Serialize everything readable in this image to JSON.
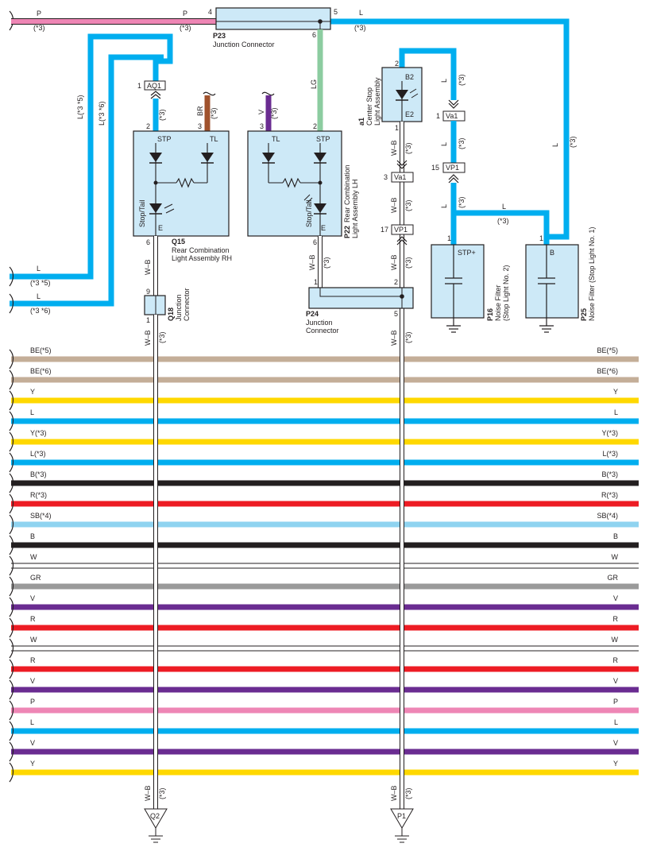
{
  "colors": {
    "P": "#ee86b5",
    "L": "#00aeef",
    "LG": "#8ccca0",
    "BR": "#a0522d",
    "V": "#6a2c91",
    "BE": "#c4ae98",
    "Y": "#ffd800",
    "B": "#231f20",
    "R": "#ed1c24",
    "SB": "#8fd3f0",
    "W": "#ffffff",
    "GR": "#9a9a9a",
    "WB": "#ffffff",
    "box_fill": "#cde9f7"
  },
  "top": {
    "p_wire_label_1": "P",
    "p_wire_note_1": "(*3)",
    "p_wire_label_2": "P",
    "p_wire_note_2": "(*3)",
    "l_wire_label": "L",
    "l_wire_note": "(*3)"
  },
  "p23": {
    "code": "P23",
    "name": "Junction Connector",
    "pin_in": "4",
    "pin_out": "5",
    "pin_down": "6"
  },
  "p22": {
    "code": "P22",
    "name_line1": "Rear Combination",
    "name_line2": "Light Assembly LH",
    "tl": "TL",
    "stp": "STP",
    "stop_tail": "Stop/Tail",
    "e": "E",
    "pin_tl": "3",
    "pin_stp": "2",
    "pin_e": "6",
    "wire_v": "V",
    "wire_v_note": "(*3)",
    "wire_lg": "LG"
  },
  "q15": {
    "code": "Q15",
    "name_line1": "Rear Combination",
    "name_line2": "Light Assembly RH",
    "stp": "STP",
    "tl": "TL",
    "stop_tail": "Stop/Tail",
    "e": "E",
    "pin_stp": "2",
    "pin_tl": "3",
    "pin_e": "6",
    "wire_br": "BR",
    "wire_br_note": "(*3)",
    "wire_l_note": "(*3)"
  },
  "aq1": {
    "label": "AQ1",
    "pin": "1"
  },
  "left_wires": {
    "l35": "L(*3 *5)",
    "l36": "L(*3 *6)",
    "bottom1_label": "L",
    "bottom1_note": "(*3 *5)",
    "bottom2_label": "L",
    "bottom2_note": "(*3 *6)"
  },
  "q18": {
    "code": "Q18",
    "name_line1": "Junction",
    "name_line2": "Connector",
    "pin_top": "9",
    "pin_bottom": "1"
  },
  "p24": {
    "code": "P24",
    "name_line1": "Junction",
    "name_line2": "Connector",
    "pin_1": "1",
    "pin_2": "2",
    "pin_5": "5"
  },
  "a1": {
    "code": "a1",
    "name_line1": "Center Stop",
    "name_line2": "Light Assembly",
    "b2": "B2",
    "e2": "E2",
    "pin_b2": "2",
    "pin_e2": "1"
  },
  "va1_left": {
    "label": "Va1",
    "pin": "3"
  },
  "vp1_left": {
    "label": "VP1",
    "pin": "17"
  },
  "va1_right": {
    "label": "Va1",
    "pin": "1"
  },
  "vp1_right": {
    "label": "VP1",
    "pin": "15"
  },
  "p16": {
    "code": "P16",
    "name_line1": "Noise Filter",
    "name_line2": "(Stop Light No. 2)",
    "terminal": "STP+",
    "pin": "1"
  },
  "p25": {
    "code": "P25",
    "name": "Noise Filter (Stop Light No. 1)",
    "terminal": "B",
    "pin": "1"
  },
  "wb": {
    "label": "W–B",
    "note": "(*3)"
  },
  "right_l": {
    "label": "L",
    "note": "(*3)"
  },
  "grounds": {
    "left": "Q2",
    "right": "P1"
  },
  "harness": [
    {
      "label": "BE(*5)",
      "color": "BE"
    },
    {
      "label": "BE(*6)",
      "color": "BE"
    },
    {
      "label": "Y",
      "color": "Y"
    },
    {
      "label": "L",
      "color": "L"
    },
    {
      "label": "Y(*3)",
      "color": "Y"
    },
    {
      "label": "L(*3)",
      "color": "L"
    },
    {
      "label": "B(*3)",
      "color": "B"
    },
    {
      "label": "R(*3)",
      "color": "R"
    },
    {
      "label": "SB(*4)",
      "color": "SB"
    },
    {
      "label": "B",
      "color": "B"
    },
    {
      "label": "W",
      "color": "W"
    },
    {
      "label": "GR",
      "color": "GR"
    },
    {
      "label": "V",
      "color": "V"
    },
    {
      "label": "R",
      "color": "R"
    },
    {
      "label": "W",
      "color": "W"
    },
    {
      "label": "R",
      "color": "R"
    },
    {
      "label": "V",
      "color": "V"
    },
    {
      "label": "P",
      "color": "P"
    },
    {
      "label": "L",
      "color": "L"
    },
    {
      "label": "V",
      "color": "V"
    },
    {
      "label": "Y",
      "color": "Y"
    }
  ]
}
